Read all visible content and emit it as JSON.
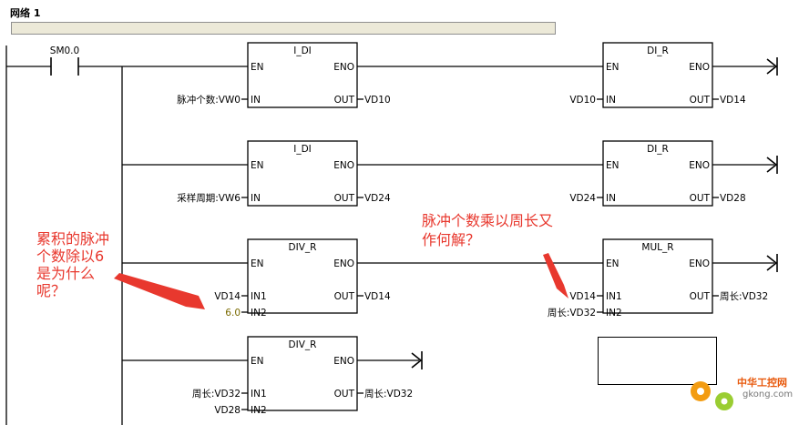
{
  "network": {
    "title": "网络 1"
  },
  "contact": {
    "label": "SM0.0"
  },
  "blocks": [
    {
      "title": "I_DI",
      "en": "EN",
      "eno": "ENO",
      "in_pins": [
        "IN"
      ],
      "in_vals": [
        "脉冲个数:VW0"
      ],
      "out_pin": "OUT",
      "out_val": "VD10"
    },
    {
      "title": "DI_R",
      "en": "EN",
      "eno": "ENO",
      "in_pins": [
        "IN"
      ],
      "in_vals": [
        "VD10"
      ],
      "out_pin": "OUT",
      "out_val": "VD14"
    },
    {
      "title": "I_DI",
      "en": "EN",
      "eno": "ENO",
      "in_pins": [
        "IN"
      ],
      "in_vals": [
        "采样周期:VW6"
      ],
      "out_pin": "OUT",
      "out_val": "VD24"
    },
    {
      "title": "DI_R",
      "en": "EN",
      "eno": "ENO",
      "in_pins": [
        "IN"
      ],
      "in_vals": [
        "VD24"
      ],
      "out_pin": "OUT",
      "out_val": "VD28"
    },
    {
      "title": "DIV_R",
      "en": "EN",
      "eno": "ENO",
      "in_pins": [
        "IN1",
        "IN2"
      ],
      "in_vals": [
        "VD14",
        "6.0"
      ],
      "out_pin": "OUT",
      "out_val": "VD14"
    },
    {
      "title": "MUL_R",
      "en": "EN",
      "eno": "ENO",
      "in_pins": [
        "IN1",
        "IN2"
      ],
      "in_vals": [
        "VD14",
        "周长:VD32"
      ],
      "out_pin": "OUT",
      "out_val": "周长:VD32"
    },
    {
      "title": "DIV_R",
      "en": "EN",
      "eno": "ENO",
      "in_pins": [
        "IN1",
        "IN2"
      ],
      "in_vals": [
        "周长:VD32",
        "VD28"
      ],
      "out_pin": "OUT",
      "out_val": "周长:VD32"
    }
  ],
  "annotations": [
    {
      "lines": [
        "累积的脉冲",
        "个数除以6",
        "是为什么",
        "呢？"
      ]
    },
    {
      "lines": [
        "脉冲个数乘以周长又",
        "作何解？"
      ]
    }
  ],
  "watermark": {
    "text": "中华工控网",
    "url": "gkong.com"
  },
  "colors": {
    "annotation": "#e8382e",
    "constant": "#7a6a00",
    "line": "#000000",
    "comment_bar": "#ece9d8"
  }
}
